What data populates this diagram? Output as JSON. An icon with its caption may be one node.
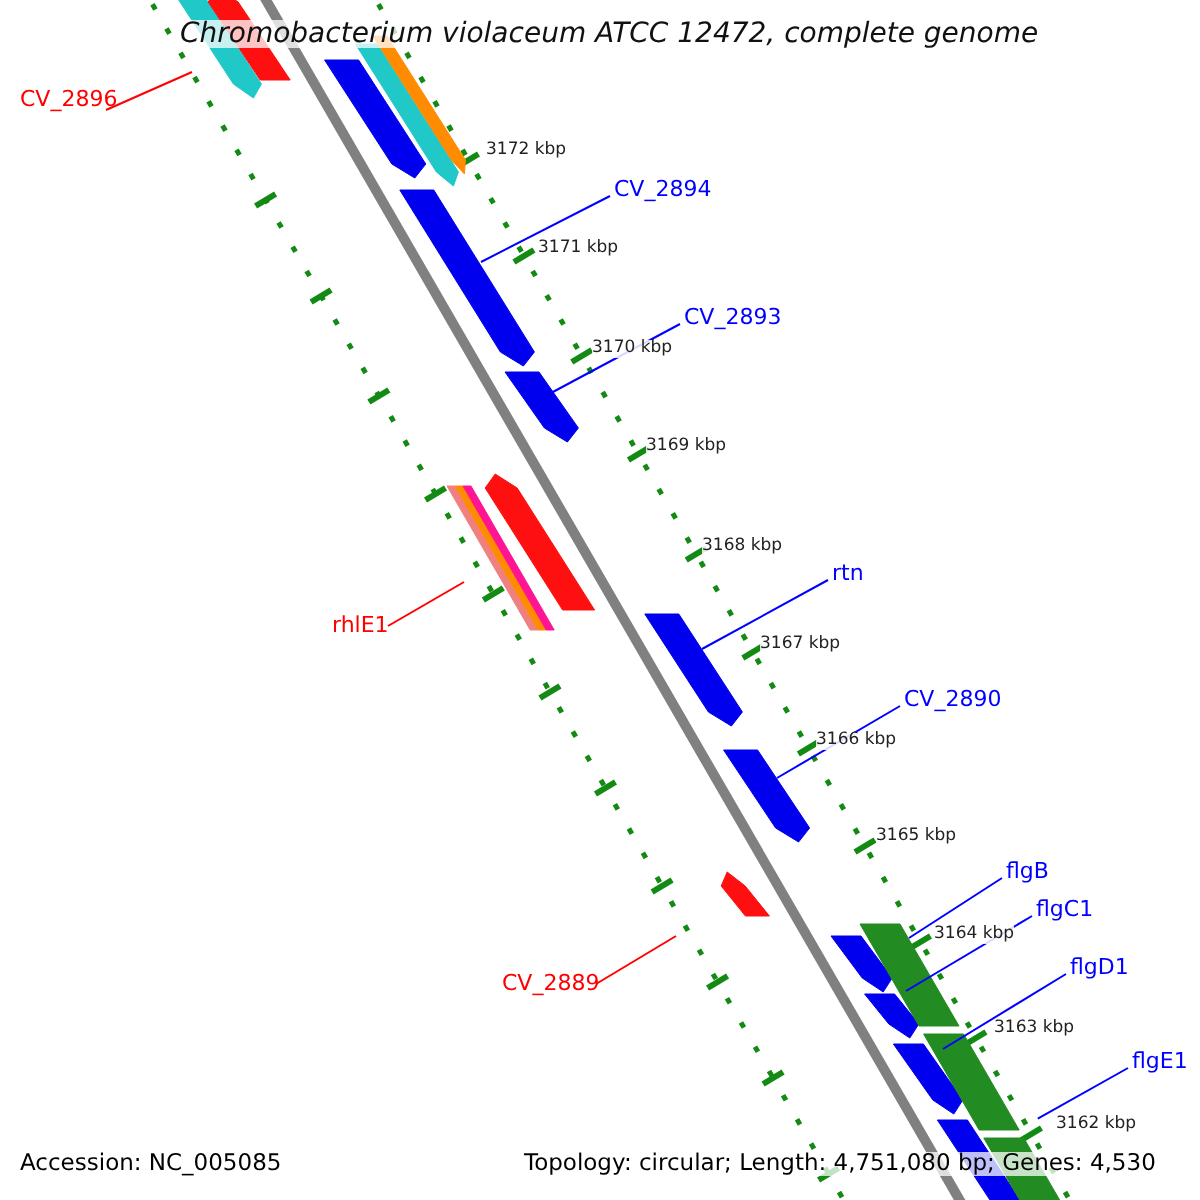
{
  "diagram": {
    "title": "Chromobacterium violaceum ATCC 12472, complete genome",
    "nodes": [
      {
        "text": [
          "CV_2896"
        ]
      },
      {
        "text": [
          "CV_2894"
        ]
      },
      {
        "text": [
          "CV_2893"
        ]
      },
      {
        "text": [
          "rhlE1"
        ]
      },
      {
        "text": [
          "rtn"
        ]
      },
      {
        "text": [
          "CV_2890"
        ]
      },
      {
        "text": [
          "CV_2889"
        ]
      },
      {
        "text": [
          "flgB"
        ]
      },
      {
        "text": [
          "flgC1"
        ]
      },
      {
        "text": [
          "flgD1"
        ]
      },
      {
        "text": [
          "flgE1"
        ]
      }
    ],
    "edges": [
      {
        "from": 0,
        "to": null,
        "arrow": "none",
        "color": "#ff0000"
      },
      {
        "from": 1,
        "to": null,
        "arrow": "none"
      },
      {
        "from": 2,
        "to": null,
        "arrow": "none"
      },
      {
        "from": 3,
        "to": null,
        "arrow": "none",
        "color": "#ff0000"
      },
      {
        "from": 4,
        "to": null,
        "arrow": "none"
      },
      {
        "from": 5,
        "to": null,
        "arrow": "none"
      },
      {
        "from": 6,
        "to": null,
        "arrow": "none",
        "color": "#ff0000"
      },
      {
        "from": 7,
        "to": null,
        "arrow": "none"
      },
      {
        "from": 8,
        "to": null,
        "arrow": "none"
      },
      {
        "from": 9,
        "to": null,
        "arrow": "none"
      },
      {
        "from": 10,
        "to": null,
        "arrow": "none"
      }
    ],
    "labels": [
      "3172 kbp",
      "3171 kbp",
      "3170 kbp",
      "3169 kbp",
      "3168 kbp",
      "3167 kbp",
      "3166 kbp",
      "3165 kbp",
      "3164 kbp",
      "3163 kbp",
      "3162 kbp",
      "Accession: NC_005085",
      "Topology: circular; Length: 4,751,080 bp; Genes: 4,530"
    ]
  }
}
